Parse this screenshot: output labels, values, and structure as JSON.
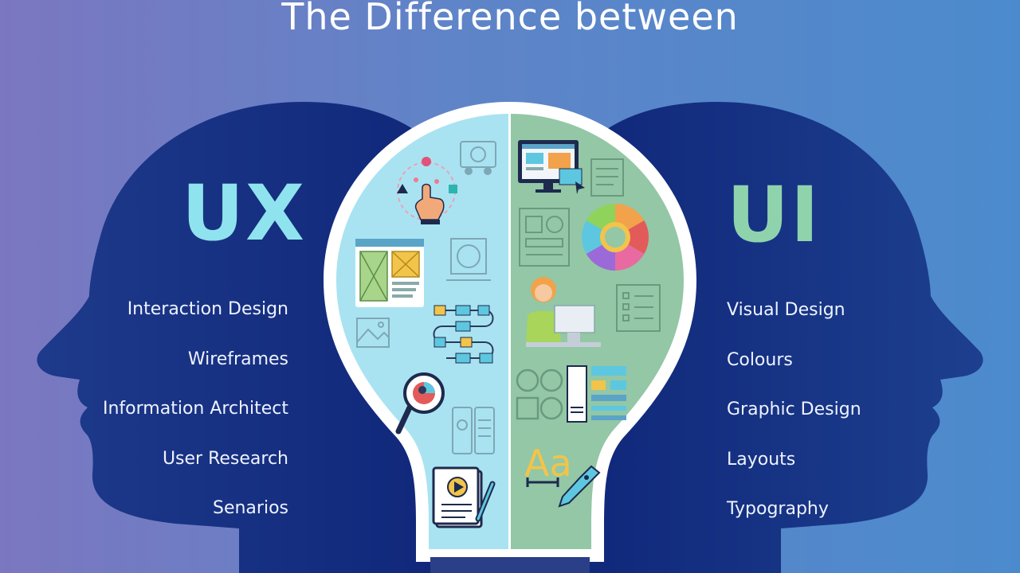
{
  "title": "The Difference between",
  "ux": {
    "heading": "UX",
    "items": [
      "Interaction Design",
      "Wireframes",
      "Information Architect",
      "User Research",
      "Senarios"
    ]
  },
  "ui": {
    "heading": "UI",
    "items": [
      "Visual Design",
      "Colours",
      "Graphic Design",
      "Layouts",
      "Typography"
    ]
  },
  "bulb": {
    "ux_icons": [
      "camera-icon",
      "touch-gesture-icon",
      "wireframe-window-icon",
      "frame-sketch-icon",
      "flowchart-icon",
      "image-placeholder-icon",
      "research-magnifier-icon",
      "mobile-wireframe-icon",
      "video-document-icon"
    ],
    "ui_icons": [
      "monitor-design-icon",
      "text-document-icon",
      "grid-blueprint-icon",
      "color-wheel-icon",
      "designer-at-desk-icon",
      "checklist-icon",
      "shape-grid-icon",
      "style-guide-icon",
      "typography-pen-icon"
    ],
    "typography_glyph": "Aa"
  },
  "colors": {
    "ux_accent": "#8fe3ee",
    "ui_accent": "#8fd3ad",
    "head_silhouette": "#0f2a78",
    "ux_panel": "#a9e3f2",
    "ui_panel": "#93c7a6"
  }
}
